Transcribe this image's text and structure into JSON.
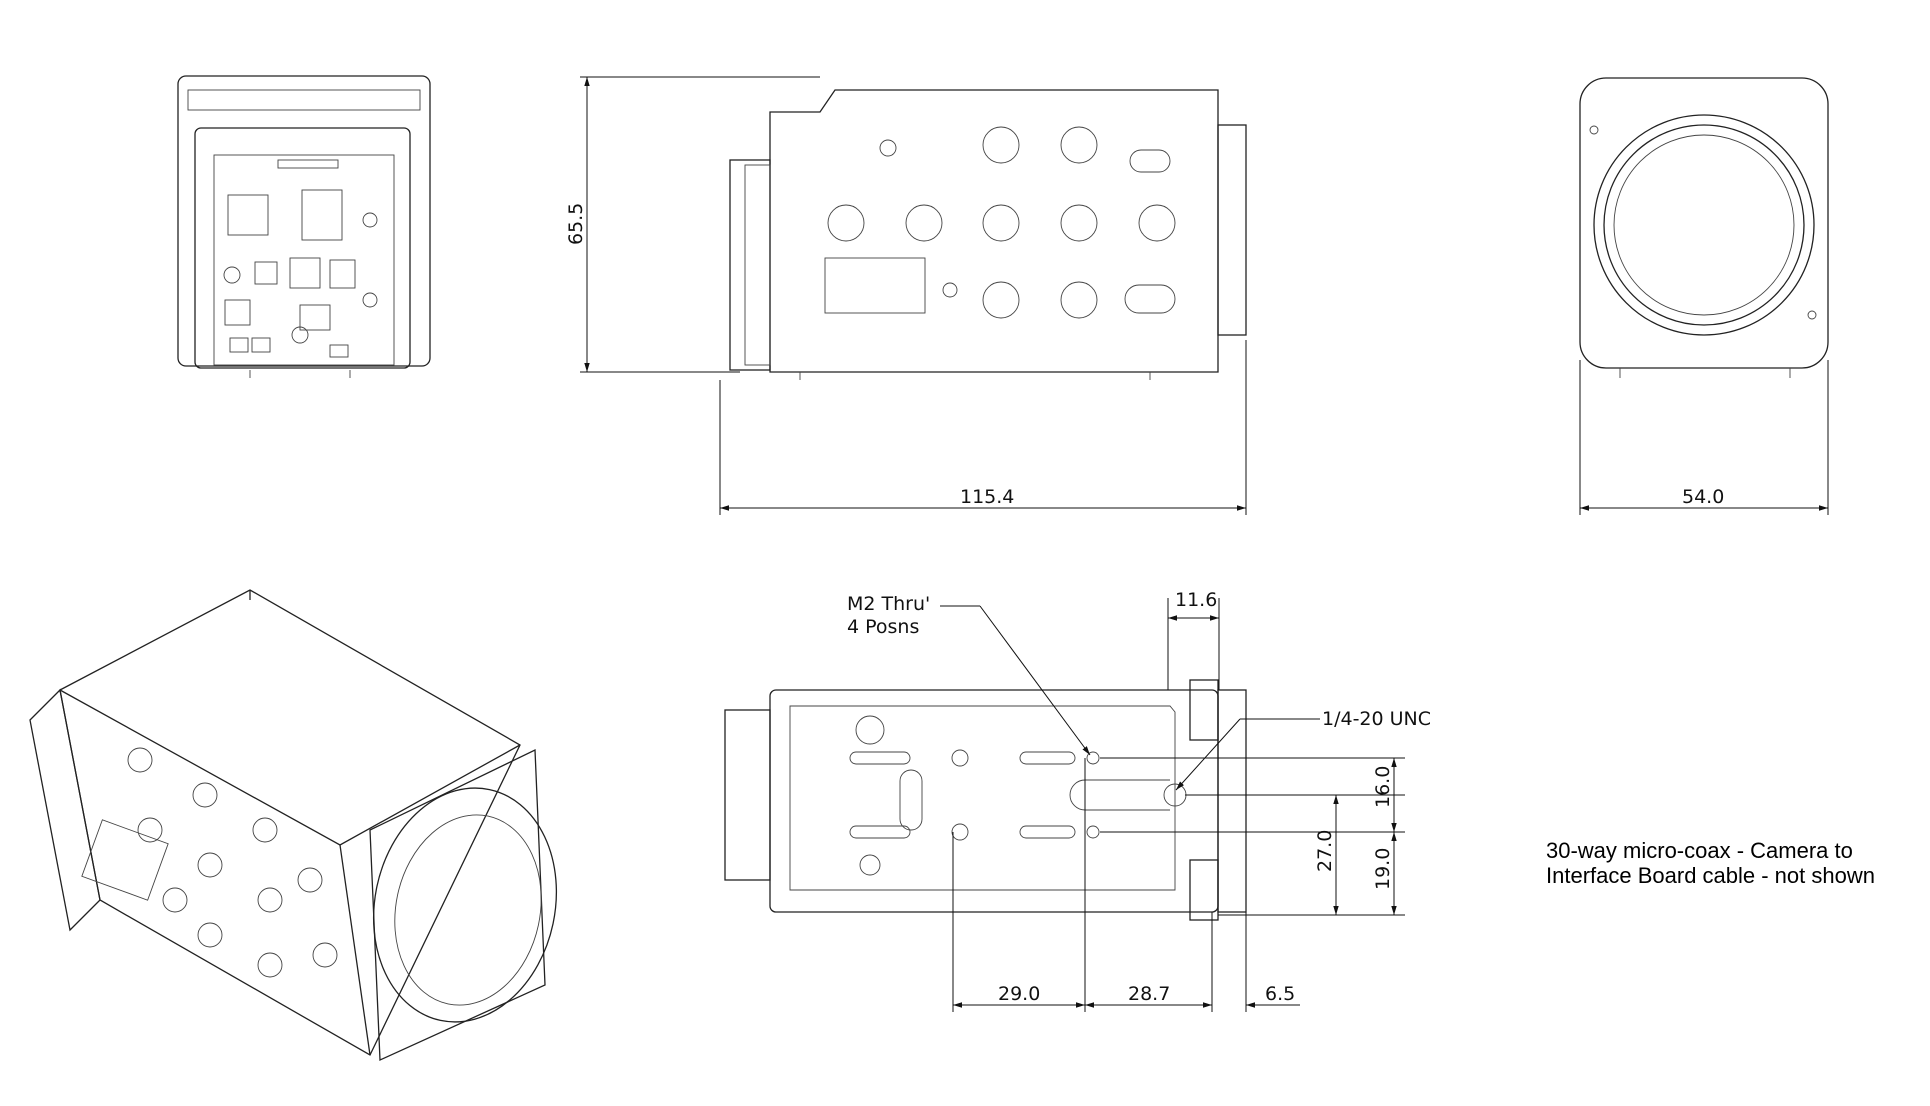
{
  "dimensions": {
    "height": "65.5",
    "length": "115.4",
    "width": "54.0",
    "mount_offset": "11.6",
    "hole_spacing_a": "29.0",
    "hole_spacing_b": "28.7",
    "lens_offset": "6.5",
    "vertical_a": "16.0",
    "vertical_b": "19.0",
    "vertical_total": "27.0"
  },
  "callouts": {
    "m2_line1": "M2 Thru'",
    "m2_line2": "4 Posns",
    "tripod": "1/4-20 UNC"
  },
  "note": {
    "line1": "30-way micro-coax - Camera to",
    "line2": "Interface Board cable - not shown"
  }
}
